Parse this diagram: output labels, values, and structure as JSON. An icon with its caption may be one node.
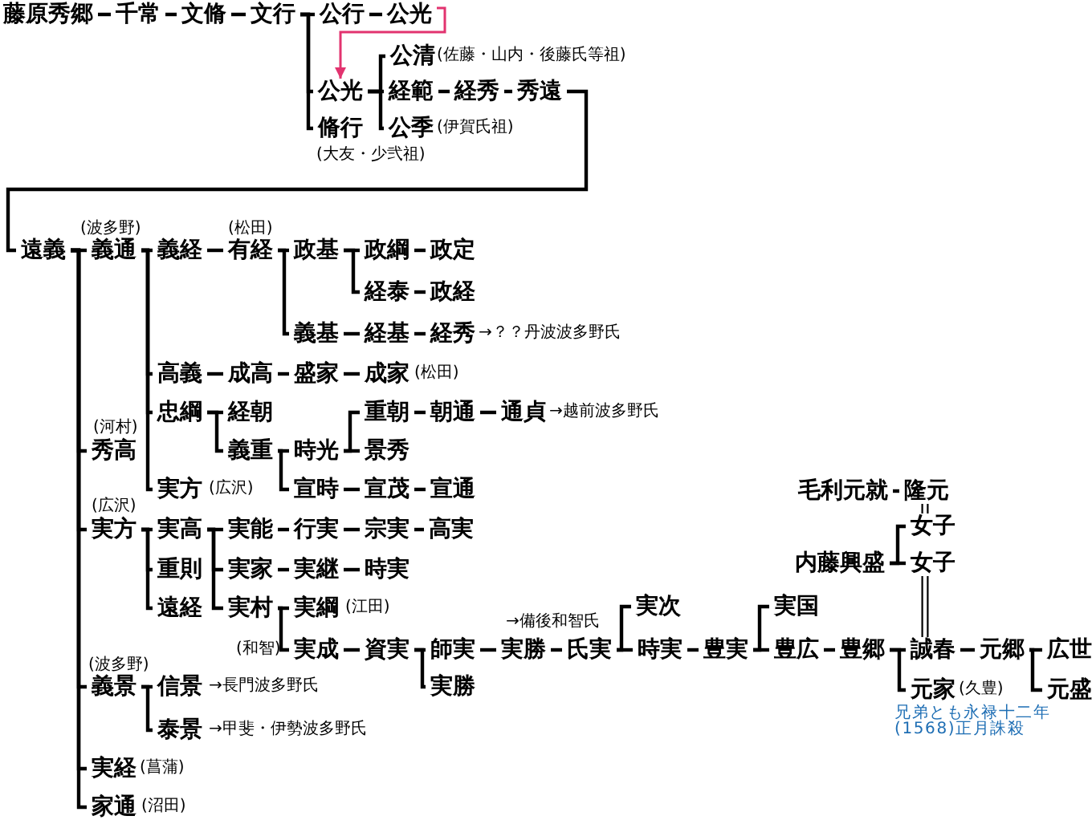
{
  "diagram": {
    "nodes": [
      {
        "text": [
          "藤原秀郷"
        ]
      },
      {
        "text": [
          "千常"
        ]
      },
      {
        "text": [
          "文脩"
        ]
      },
      {
        "text": [
          "文行"
        ]
      },
      {
        "text": [
          "公行"
        ]
      },
      {
        "text": [
          "公光"
        ]
      },
      {
        "text": [
          "公清"
        ],
        "beside": [
          "(佐藤・山内・後藤氏等祖)"
        ]
      },
      {
        "text": [
          "公光"
        ]
      },
      {
        "text": [
          "経範"
        ]
      },
      {
        "text": [
          "経秀"
        ]
      },
      {
        "text": [
          "秀遠"
        ]
      },
      {
        "text": [
          "脩行"
        ],
        "beside": [
          "(大友・少弐祖)"
        ]
      },
      {
        "text": [
          "公季"
        ],
        "beside": [
          "(伊賀氏祖)"
        ]
      },
      {
        "text": [
          "遠義"
        ]
      },
      {
        "text": [
          "義通"
        ],
        "beside": [
          "(波多野)"
        ]
      },
      {
        "text": [
          "義経"
        ]
      },
      {
        "text": [
          "有経"
        ],
        "beside": [
          "(松田)"
        ]
      },
      {
        "text": [
          "政基"
        ]
      },
      {
        "text": [
          "政綱"
        ]
      },
      {
        "text": [
          "政定"
        ]
      },
      {
        "text": [
          "経泰"
        ]
      },
      {
        "text": [
          "政経"
        ]
      },
      {
        "text": [
          "義基"
        ]
      },
      {
        "text": [
          "経基"
        ]
      },
      {
        "text": [
          "経秀"
        ],
        "beside": [
          "→？？丹波波多野氏"
        ]
      },
      {
        "text": [
          "高義"
        ]
      },
      {
        "text": [
          "成高"
        ]
      },
      {
        "text": [
          "盛家"
        ]
      },
      {
        "text": [
          "成家"
        ],
        "beside": [
          "(松田)"
        ]
      },
      {
        "text": [
          "忠綱"
        ]
      },
      {
        "text": [
          "経朝"
        ]
      },
      {
        "text": [
          "重朝"
        ]
      },
      {
        "text": [
          "朝通"
        ]
      },
      {
        "text": [
          "通貞"
        ],
        "beside": [
          "→越前波多野氏"
        ]
      },
      {
        "text": [
          "秀高"
        ],
        "beside": [
          "(河村)"
        ]
      },
      {
        "text": [
          "義重"
        ]
      },
      {
        "text": [
          "時光"
        ]
      },
      {
        "text": [
          "景秀"
        ]
      },
      {
        "text": [
          "実方"
        ],
        "beside": [
          "(広沢)"
        ]
      },
      {
        "text": [
          "宣時"
        ]
      },
      {
        "text": [
          "宣茂"
        ]
      },
      {
        "text": [
          "宣通"
        ]
      },
      {
        "text": [
          "毛利元就"
        ]
      },
      {
        "text": [
          "隆元"
        ]
      },
      {
        "text": [
          "実方"
        ],
        "beside": [
          "(広沢)"
        ]
      },
      {
        "text": [
          "実高"
        ]
      },
      {
        "text": [
          "実能"
        ]
      },
      {
        "text": [
          "行実"
        ]
      },
      {
        "text": [
          "宗実"
        ]
      },
      {
        "text": [
          "高実"
        ]
      },
      {
        "text": [
          "女子"
        ]
      },
      {
        "text": [
          "重則"
        ]
      },
      {
        "text": [
          "実家"
        ]
      },
      {
        "text": [
          "実継"
        ]
      },
      {
        "text": [
          "時実"
        ]
      },
      {
        "text": [
          "内藤興盛"
        ]
      },
      {
        "text": [
          "女子"
        ]
      },
      {
        "text": [
          "遠経"
        ]
      },
      {
        "text": [
          "実村"
        ]
      },
      {
        "text": [
          "実綱"
        ],
        "beside": [
          "(江田)"
        ]
      },
      {
        "text": [
          "実次"
        ]
      },
      {
        "text": [
          "実国"
        ]
      },
      {
        "text": [
          "実成"
        ],
        "beside": [
          "(和智)"
        ]
      },
      {
        "text": [
          "資実"
        ]
      },
      {
        "text": [
          "師実"
        ]
      },
      {
        "text": [
          "実勝"
        ],
        "beside": [
          "→備後和智氏"
        ]
      },
      {
        "text": [
          "氏実"
        ]
      },
      {
        "text": [
          "時実"
        ]
      },
      {
        "text": [
          "豊実"
        ]
      },
      {
        "text": [
          "豊広"
        ]
      },
      {
        "text": [
          "豊郷"
        ]
      },
      {
        "text": [
          "誠春"
        ]
      },
      {
        "text": [
          "元郷"
        ]
      },
      {
        "text": [
          "広世"
        ]
      },
      {
        "text": [
          "義景"
        ],
        "beside": [
          "(波多野)"
        ]
      },
      {
        "text": [
          "信景"
        ],
        "beside": [
          "→長門波多野氏"
        ]
      },
      {
        "text": [
          "実勝"
        ]
      },
      {
        "text": [
          "元家"
        ],
        "beside": [
          "(久豊)"
        ]
      },
      {
        "text": [
          "元盛"
        ]
      },
      {
        "text": [
          "泰景"
        ],
        "beside": [
          "→甲斐・伊勢波多野氏"
        ]
      },
      {
        "text": [
          "実経"
        ],
        "beside": [
          "(菖蒲)"
        ]
      },
      {
        "text": [
          "家通"
        ],
        "beside": [
          "(沼田)"
        ]
      }
    ],
    "edges": [
      {
        "from": 0,
        "to": 1,
        "arrow": "none"
      },
      {
        "from": 1,
        "to": 2,
        "arrow": "none"
      },
      {
        "from": 2,
        "to": 3,
        "arrow": "none"
      },
      {
        "from": 3,
        "to": 4,
        "arrow": "none"
      },
      {
        "from": 3,
        "to": 7,
        "arrow": "none"
      },
      {
        "from": 3,
        "to": 11,
        "arrow": "none"
      },
      {
        "from": 4,
        "to": 5,
        "arrow": "none"
      },
      {
        "from": 5,
        "to": 7,
        "arrow": "to",
        "color": "#e2336f"
      },
      {
        "from": 7,
        "to": 6,
        "arrow": "none"
      },
      {
        "from": 7,
        "to": 8,
        "arrow": "none"
      },
      {
        "from": 7,
        "to": 12,
        "arrow": "none"
      },
      {
        "from": 8,
        "to": 9,
        "arrow": "none"
      },
      {
        "from": 9,
        "to": 10,
        "arrow": "none"
      },
      {
        "from": 10,
        "to": 13,
        "arrow": "none"
      },
      {
        "from": 13,
        "to": 14,
        "arrow": "none"
      },
      {
        "from": 13,
        "to": 34,
        "arrow": "none"
      },
      {
        "from": 13,
        "to": 44,
        "arrow": "none"
      },
      {
        "from": 13,
        "to": 74,
        "arrow": "none"
      },
      {
        "from": 13,
        "to": 80,
        "arrow": "none"
      },
      {
        "from": 13,
        "to": 81,
        "arrow": "none"
      },
      {
        "from": 14,
        "to": 15,
        "arrow": "none"
      },
      {
        "from": 14,
        "to": 25,
        "arrow": "none"
      },
      {
        "from": 14,
        "to": 29,
        "arrow": "none"
      },
      {
        "from": 14,
        "to": 38,
        "arrow": "none"
      },
      {
        "from": 15,
        "to": 16,
        "arrow": "none"
      },
      {
        "from": 16,
        "to": 17,
        "arrow": "none"
      },
      {
        "from": 16,
        "to": 22,
        "arrow": "none"
      },
      {
        "from": 17,
        "to": 18,
        "arrow": "none"
      },
      {
        "from": 17,
        "to": 20,
        "arrow": "none"
      },
      {
        "from": 18,
        "to": 19,
        "arrow": "none"
      },
      {
        "from": 20,
        "to": 21,
        "arrow": "none"
      },
      {
        "from": 22,
        "to": 23,
        "arrow": "none"
      },
      {
        "from": 23,
        "to": 24,
        "arrow": "none"
      },
      {
        "from": 25,
        "to": 26,
        "arrow": "none"
      },
      {
        "from": 26,
        "to": 27,
        "arrow": "none"
      },
      {
        "from": 27,
        "to": 28,
        "arrow": "none"
      },
      {
        "from": 29,
        "to": 30,
        "arrow": "none"
      },
      {
        "from": 29,
        "to": 35,
        "arrow": "none"
      },
      {
        "from": 35,
        "to": 36,
        "arrow": "none"
      },
      {
        "from": 35,
        "to": 39,
        "arrow": "none"
      },
      {
        "from": 36,
        "to": 31,
        "arrow": "none"
      },
      {
        "from": 36,
        "to": 37,
        "arrow": "none"
      },
      {
        "from": 31,
        "to": 32,
        "arrow": "none"
      },
      {
        "from": 32,
        "to": 33,
        "arrow": "none"
      },
      {
        "from": 39,
        "to": 40,
        "arrow": "none"
      },
      {
        "from": 40,
        "to": 41,
        "arrow": "none"
      },
      {
        "from": 42,
        "to": 43,
        "arrow": "none"
      },
      {
        "from": 43,
        "to": 50,
        "arrow": "none"
      },
      {
        "from": 55,
        "to": 50,
        "arrow": "none"
      },
      {
        "from": 55,
        "to": 56,
        "arrow": "none"
      },
      {
        "from": 56,
        "to": 71,
        "arrow": "none"
      },
      {
        "from": 44,
        "to": 45,
        "arrow": "none"
      },
      {
        "from": 44,
        "to": 51,
        "arrow": "none"
      },
      {
        "from": 44,
        "to": 57,
        "arrow": "none"
      },
      {
        "from": 45,
        "to": 46,
        "arrow": "none"
      },
      {
        "from": 46,
        "to": 47,
        "arrow": "none"
      },
      {
        "from": 47,
        "to": 48,
        "arrow": "none"
      },
      {
        "from": 48,
        "to": 49,
        "arrow": "none"
      },
      {
        "from": 45,
        "to": 52,
        "arrow": "none"
      },
      {
        "from": 52,
        "to": 53,
        "arrow": "none"
      },
      {
        "from": 53,
        "to": 54,
        "arrow": "none"
      },
      {
        "from": 45,
        "to": 58,
        "arrow": "none"
      },
      {
        "from": 58,
        "to": 59,
        "arrow": "none"
      },
      {
        "from": 58,
        "to": 62,
        "arrow": "none"
      },
      {
        "from": 62,
        "to": 63,
        "arrow": "none"
      },
      {
        "from": 63,
        "to": 64,
        "arrow": "none"
      },
      {
        "from": 63,
        "to": 76,
        "arrow": "none"
      },
      {
        "from": 64,
        "to": 65,
        "arrow": "none"
      },
      {
        "from": 65,
        "to": 66,
        "arrow": "none"
      },
      {
        "from": 66,
        "to": 60,
        "arrow": "none"
      },
      {
        "from": 66,
        "to": 67,
        "arrow": "none"
      },
      {
        "from": 67,
        "to": 68,
        "arrow": "none"
      },
      {
        "from": 68,
        "to": 61,
        "arrow": "none"
      },
      {
        "from": 68,
        "to": 69,
        "arrow": "none"
      },
      {
        "from": 69,
        "to": 70,
        "arrow": "none"
      },
      {
        "from": 70,
        "to": 71,
        "arrow": "none"
      },
      {
        "from": 70,
        "to": 77,
        "arrow": "none"
      },
      {
        "from": 71,
        "to": 72,
        "arrow": "none"
      },
      {
        "from": 72,
        "to": 73,
        "arrow": "none"
      },
      {
        "from": 72,
        "to": 78,
        "arrow": "none"
      },
      {
        "from": 74,
        "to": 75,
        "arrow": "none"
      },
      {
        "from": 74,
        "to": 79,
        "arrow": "none"
      }
    ],
    "labels": [
      "兄弟とも永禄十二年(1568)正月誅殺"
    ]
  }
}
